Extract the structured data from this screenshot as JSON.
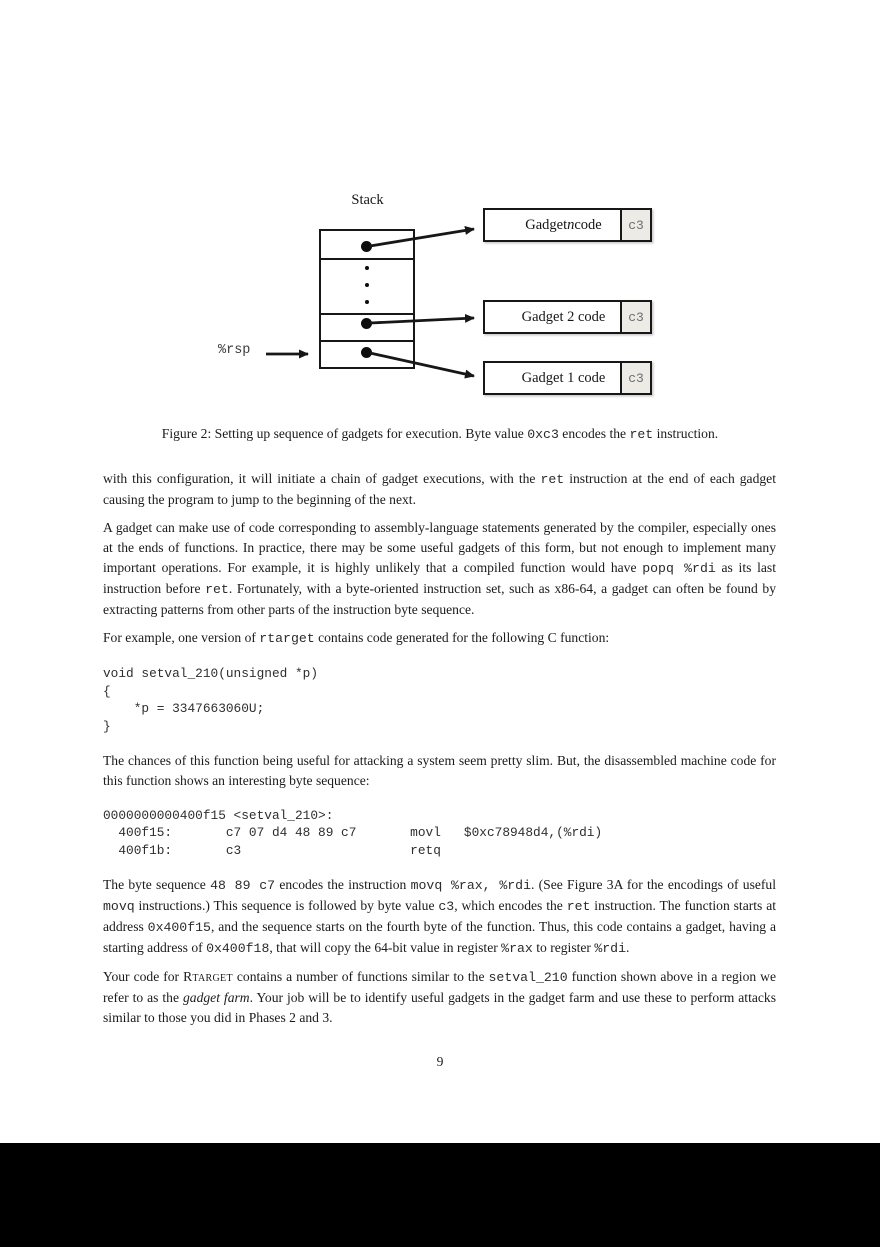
{
  "figure": {
    "stack_label": "Stack",
    "rsp_label": "%rsp",
    "gadget_boxes": [
      {
        "label": [
          {
            "t": "Gadget "
          },
          {
            "t": "n",
            "i": true
          },
          {
            "t": " code"
          }
        ],
        "byte": "c3"
      },
      {
        "label": [
          {
            "t": "Gadget 2 code"
          }
        ],
        "byte": "c3"
      },
      {
        "label": [
          {
            "t": "Gadget 1 code"
          }
        ],
        "byte": "c3"
      }
    ]
  },
  "caption": {
    "segments": [
      {
        "t": "Figure 2: Setting up sequence of gadgets for execution. Byte value "
      },
      {
        "t": "0xc3",
        "m": true
      },
      {
        "t": " encodes the "
      },
      {
        "t": "ret",
        "m": true
      },
      {
        "t": " instruction."
      }
    ]
  },
  "paragraphs": [
    {
      "segments": [
        {
          "t": "with this configuration, it will initiate a chain of gadget executions, with the "
        },
        {
          "t": "ret",
          "m": true
        },
        {
          "t": " instruction at the end of each gadget causing the program to jump to the beginning of the next."
        }
      ]
    },
    {
      "segments": [
        {
          "t": "A gadget can make use of code corresponding to assembly-language statements generated by the compiler, especially ones at the ends of functions. In practice, there may be some useful gadgets of this form, but not enough to implement many important operations. For example, it is highly unlikely that a compiled function would have "
        },
        {
          "t": "popq %rdi",
          "m": true
        },
        {
          "t": " as its last instruction before "
        },
        {
          "t": "ret",
          "m": true
        },
        {
          "t": ". Fortunately, with a byte-oriented instruction set, such as x86-64, a gadget can often be found by extracting patterns from other parts of the instruction byte sequence."
        }
      ]
    },
    {
      "segments": [
        {
          "t": "For example, one version of "
        },
        {
          "t": "rtarget",
          "m": true
        },
        {
          "t": " contains code generated for the following C function:"
        }
      ]
    },
    {
      "segments": [
        {
          "t": "The chances of this function being useful for attacking a system seem pretty slim. But, the disassembled machine code for this function shows an interesting byte sequence:"
        }
      ]
    },
    {
      "segments": [
        {
          "t": "The byte sequence "
        },
        {
          "t": "48 89 c7",
          "m": true
        },
        {
          "t": " encodes the instruction "
        },
        {
          "t": "movq %rax, %rdi",
          "m": true
        },
        {
          "t": ". (See Figure 3A for the encodings of useful "
        },
        {
          "t": "movq",
          "m": true
        },
        {
          "t": " instructions.) This sequence is followed by byte value "
        },
        {
          "t": "c3",
          "m": true
        },
        {
          "t": ", which encodes the "
        },
        {
          "t": "ret",
          "m": true
        },
        {
          "t": " instruction. The function starts at address "
        },
        {
          "t": "0x400f15",
          "m": true
        },
        {
          "t": ", and the sequence starts on the fourth byte of the function. Thus, this code contains a gadget, having a starting address of "
        },
        {
          "t": "0x400f18",
          "m": true
        },
        {
          "t": ", that will copy the 64-bit value in register "
        },
        {
          "t": "%rax",
          "m": true
        },
        {
          "t": " to register "
        },
        {
          "t": "%rdi",
          "m": true
        },
        {
          "t": "."
        }
      ]
    },
    {
      "segments": [
        {
          "t": "Your code for "
        },
        {
          "t": "Rtarget",
          "sc": true
        },
        {
          "t": " contains a number of functions similar to the "
        },
        {
          "t": "setval_210",
          "m": true
        },
        {
          "t": " function shown above in a region we refer to as the "
        },
        {
          "t": "gadget farm",
          "i": true
        },
        {
          "t": ". Your job will be to identify useful gadgets in the gadget farm and use these to perform attacks similar to those you did in Phases 2 and 3."
        }
      ]
    }
  ],
  "code_blocks": [
    {
      "lines": [
        "void setval_210(unsigned *p)",
        "{",
        "    *p = 3347663060U;",
        "}"
      ]
    },
    {
      "lines": [
        "0000000000400f15 <setval_210>:",
        "  400f15:       c7 07 d4 48 89 c7       movl   $0xc78948d4,(%rdi)",
        "  400f1b:       c3                      retq"
      ]
    }
  ],
  "page_number": "9",
  "colors": {
    "text": "#1a1a1a",
    "box_border": "#171717",
    "c3_cell_bg": "#ecebe5",
    "c3_cell_text": "#6f6f6f",
    "bottom_bar": "#000000"
  }
}
